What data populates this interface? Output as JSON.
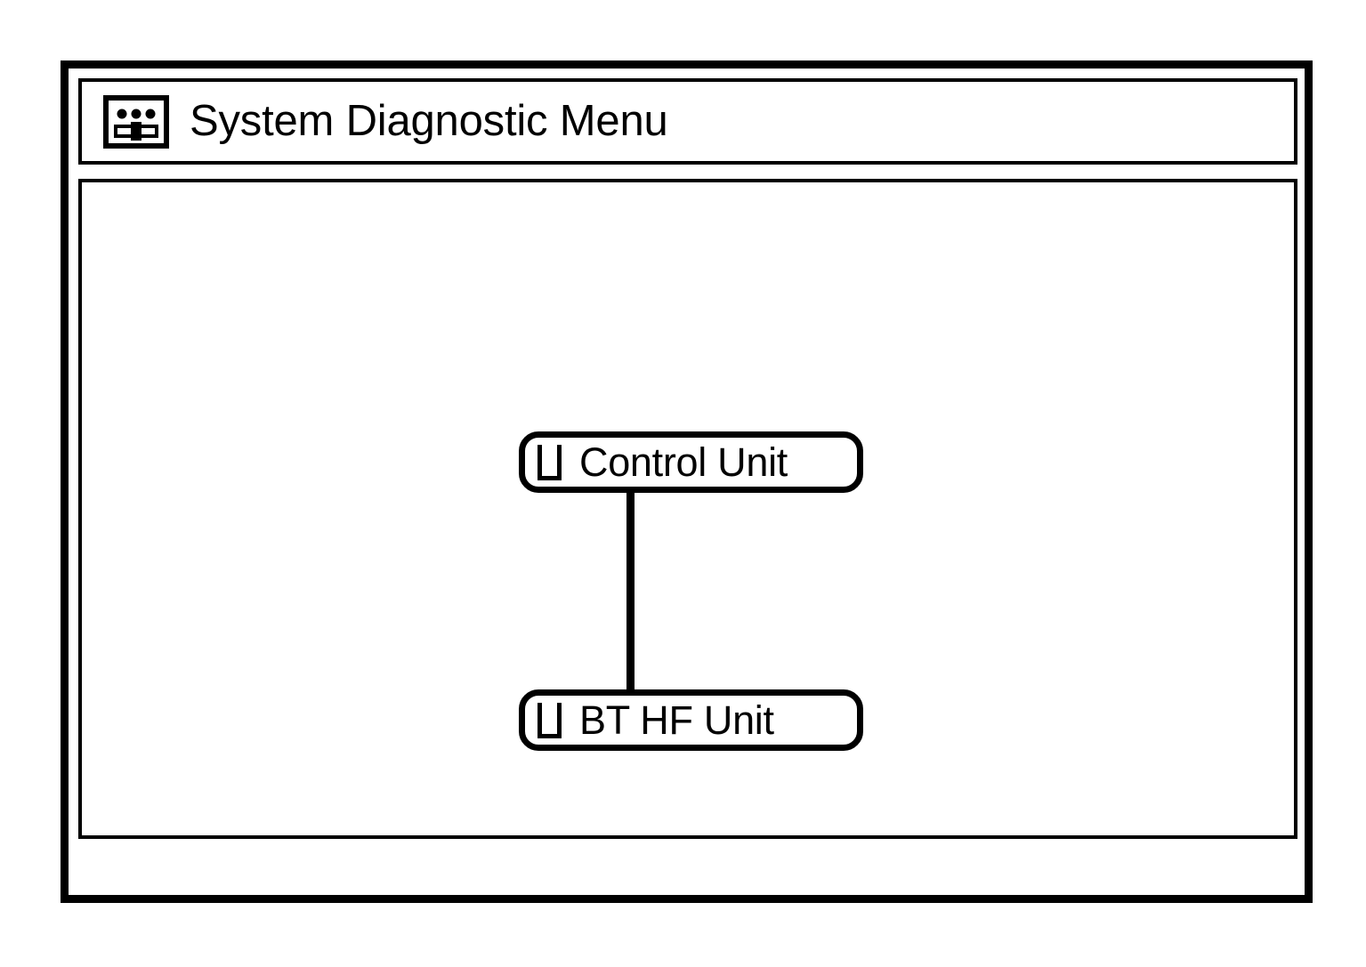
{
  "window": {
    "title": "System Diagnostic Menu",
    "title_icon": "diagnostic-module-icon",
    "border_color": "#000000",
    "background_color": "#ffffff"
  },
  "diagram": {
    "type": "tree",
    "nodes": [
      {
        "id": "control-unit",
        "label": "Control Unit",
        "icon": "module-box-icon",
        "level": 0
      },
      {
        "id": "bt-hf-unit",
        "label": "BT HF Unit",
        "icon": "module-box-icon",
        "level": 1
      }
    ],
    "connections": [
      {
        "from": "control-unit",
        "to": "bt-hf-unit",
        "style": "vertical-line"
      }
    ]
  }
}
